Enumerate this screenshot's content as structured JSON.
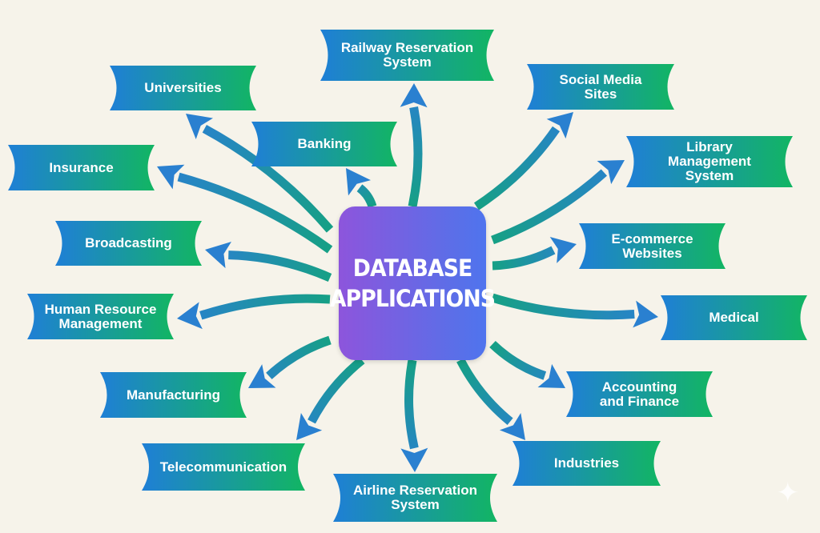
{
  "center": {
    "title": "DATABASE\nAPPLICATIONS"
  },
  "colors": {
    "box_start": "#1f7fd6",
    "box_end": "#12b563",
    "arrow_tail": "#16a085",
    "arrow_head": "#2a80d0",
    "center_start": "#8d55dc",
    "center_end": "#4f74ee",
    "background": "#f6f3ea"
  },
  "applications": [
    {
      "id": "railway",
      "label": "Railway Reservation\nSystem"
    },
    {
      "id": "universities",
      "label": "Universities"
    },
    {
      "id": "social-media",
      "label": "Social Media\nSites"
    },
    {
      "id": "banking",
      "label": "Banking"
    },
    {
      "id": "library",
      "label": "Library\nManagement\nSystem"
    },
    {
      "id": "insurance",
      "label": "Insurance"
    },
    {
      "id": "ecommerce",
      "label": "E-commerce\nWebsites"
    },
    {
      "id": "broadcasting",
      "label": "Broadcasting"
    },
    {
      "id": "hr",
      "label": "Human Resource\nManagement"
    },
    {
      "id": "medical",
      "label": "Medical"
    },
    {
      "id": "manufacturing",
      "label": "Manufacturing"
    },
    {
      "id": "accounting",
      "label": "Accounting\nand Finance"
    },
    {
      "id": "telecom",
      "label": "Telecommunication"
    },
    {
      "id": "industries",
      "label": "Industries"
    },
    {
      "id": "airline",
      "label": "Airline Reservation\nSystem"
    }
  ]
}
